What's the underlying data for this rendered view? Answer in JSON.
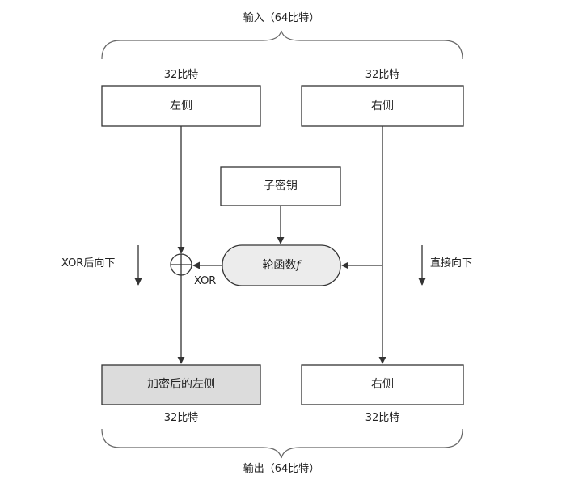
{
  "input_label": "输入（64比特）",
  "output_label": "输出（64比特）",
  "bits_label": "32比特",
  "left_box": "左侧",
  "right_box": "右侧",
  "subkey_box": "子密钥",
  "round_function": "轮函数",
  "round_function_symbol": "f",
  "xor_label": "XOR",
  "xor_down_label": "XOR后向下",
  "direct_down_label": "直接向下",
  "encrypted_left_box": "加密后的左侧",
  "output_right_box": "右侧",
  "colors": {
    "stroke": "#333333",
    "fill_shaded": "#dcdcdc",
    "fill_function": "#ececec",
    "background": "#ffffff"
  }
}
